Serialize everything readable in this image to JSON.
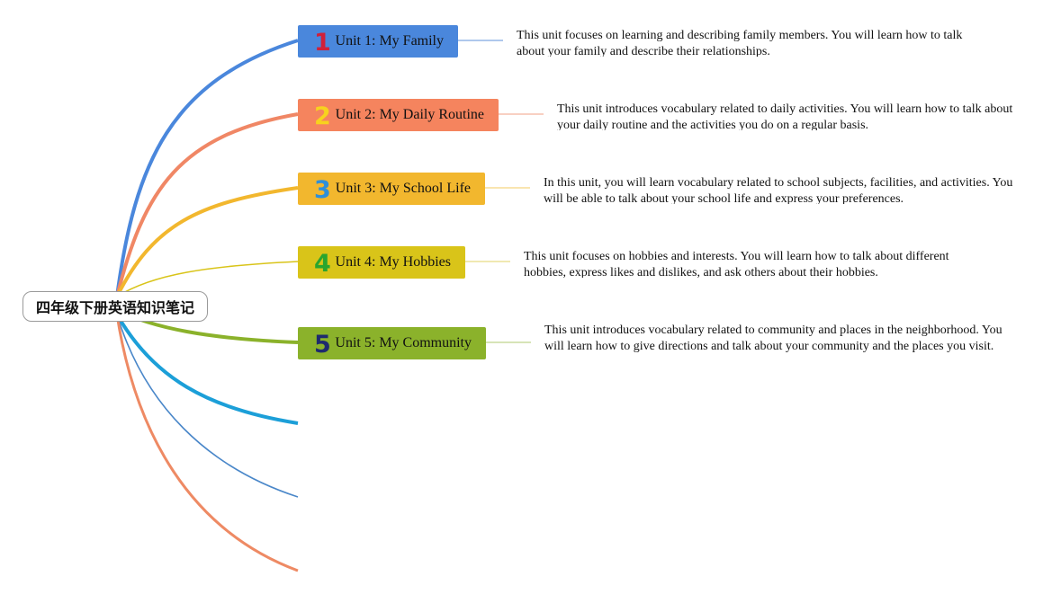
{
  "root": {
    "title": "四年级下册英语知识笔记"
  },
  "units": [
    {
      "number": "1",
      "label": "Unit 1: My Family",
      "bg": "#4A87DC",
      "number_color": "#D0203A",
      "description": "This unit focuses on learning and describing family members. You will learn how to talk about your family and describe their relationships."
    },
    {
      "number": "2",
      "label": "Unit 2: My Daily Routine",
      "bg": "#F5845E",
      "number_color": "#F7D21E",
      "description": "This unit introduces vocabulary related to daily activities. You will learn how to talk about your daily routine and the activities you do on a regular basis."
    },
    {
      "number": "3",
      "label": "Unit 3: My School Life",
      "bg": "#F2B72E",
      "number_color": "#2E8FD9",
      "description": "In this unit, you will learn vocabulary related to school subjects, facilities, and activities. You will be able to talk about your school life and express your preferences."
    },
    {
      "number": "4",
      "label": "Unit 4: My Hobbies",
      "bg": "#D9C419",
      "number_color": "#2AA52E",
      "description": "This unit focuses on hobbies and interests. You will learn how to talk about different hobbies, express likes and dislikes, and ask others about their hobbies."
    },
    {
      "number": "5",
      "label": "Unit 5: My Community",
      "bg": "#8BB22B",
      "number_color": "#1E2A6E",
      "description": "This unit introduces vocabulary related to community and places in the neighborhood. You will learn how to give directions and talk about your community and the places you visit."
    }
  ],
  "empty_branches": [
    {
      "color": "#1C9FD8"
    },
    {
      "color": "#4A87C9"
    },
    {
      "color": "#EE8A64"
    }
  ]
}
